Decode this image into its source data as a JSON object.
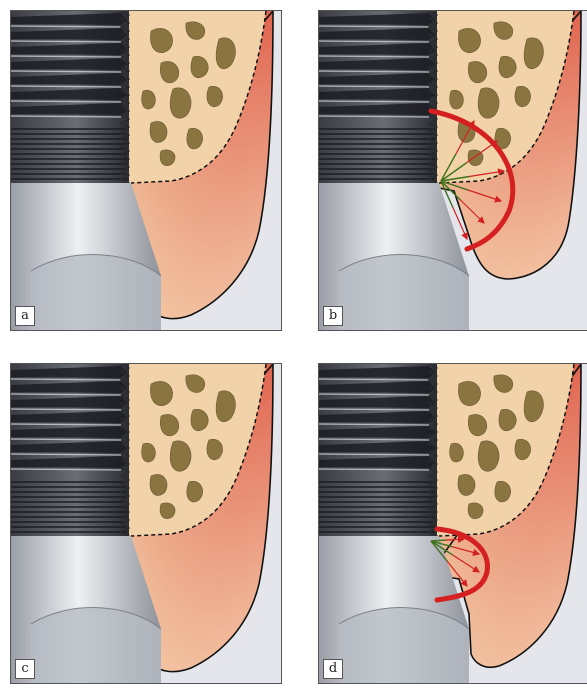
{
  "panels": [
    {
      "label": "a",
      "variant": "base"
    },
    {
      "label": "b",
      "variant": "large-arc"
    },
    {
      "label": "c",
      "variant": "base"
    },
    {
      "label": "d",
      "variant": "small-arc"
    }
  ],
  "colors": {
    "bone": "#f2d2a8",
    "gum_top": "#e06550",
    "gum_bottom": "#f5cfae",
    "trabecula": "#8a7440",
    "implant_dark": "#2a2c32",
    "abutment_light": "#d0d3d9",
    "arc_red": "#d42020",
    "arrow_green": "#3a7a20",
    "background": "#e4e6ec"
  }
}
